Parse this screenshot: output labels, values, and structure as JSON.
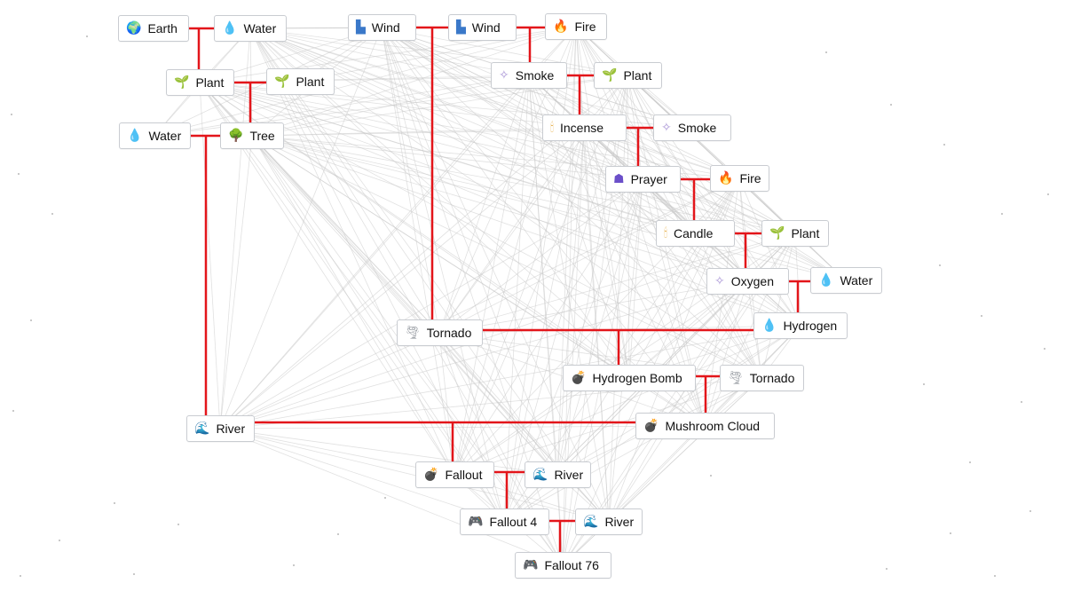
{
  "colors": {
    "link": "#e3151a",
    "mesh": "#c8c8c8",
    "node_border": "#c9ccd1"
  },
  "nodes": [
    {
      "id": "n0",
      "label": "Earth",
      "icon": "globe-icon",
      "glyph": "🌍",
      "color": "#2f7fd6"
    },
    {
      "id": "n1",
      "label": "Water",
      "icon": "droplet-icon",
      "glyph": "💧",
      "color": "#3b9ae8"
    },
    {
      "id": "n2",
      "label": "Wind",
      "icon": "wind-icon",
      "glyph": "▙",
      "color": "#3a78c9"
    },
    {
      "id": "n3",
      "label": "Wind",
      "icon": "wind-icon",
      "glyph": "▙",
      "color": "#3a78c9"
    },
    {
      "id": "n4",
      "label": "Fire",
      "icon": "fire-icon",
      "glyph": "🔥",
      "color": "#f26522"
    },
    {
      "id": "n5",
      "label": "Plant",
      "icon": "seedling-icon",
      "glyph": "🌱",
      "color": "#4e9a2e"
    },
    {
      "id": "n6",
      "label": "Plant",
      "icon": "seedling-icon",
      "glyph": "🌱",
      "color": "#4e9a2e"
    },
    {
      "id": "n7",
      "label": "Smoke",
      "icon": "smoke-icon",
      "glyph": "✧",
      "color": "#a995d6"
    },
    {
      "id": "n8",
      "label": "Plant",
      "icon": "seedling-icon",
      "glyph": "🌱",
      "color": "#4e9a2e"
    },
    {
      "id": "n9",
      "label": "Water",
      "icon": "droplet-icon",
      "glyph": "💧",
      "color": "#3b9ae8"
    },
    {
      "id": "n10",
      "label": "Tree",
      "icon": "tree-icon",
      "glyph": "🌳",
      "color": "#2e8b3a"
    },
    {
      "id": "n11",
      "label": "Incense",
      "icon": "incense-icon",
      "glyph": "🕯",
      "color": "#e7b04b"
    },
    {
      "id": "n12",
      "label": "Smoke",
      "icon": "smoke-icon",
      "glyph": "✧",
      "color": "#a995d6"
    },
    {
      "id": "n13",
      "label": "Prayer",
      "icon": "prayer-icon",
      "glyph": "☗",
      "color": "#6b4fc9"
    },
    {
      "id": "n14",
      "label": "Fire",
      "icon": "fire-icon",
      "glyph": "🔥",
      "color": "#f26522"
    },
    {
      "id": "n15",
      "label": "Candle",
      "icon": "candle-icon",
      "glyph": "🕯",
      "color": "#e7b04b"
    },
    {
      "id": "n16",
      "label": "Plant",
      "icon": "seedling-icon",
      "glyph": "🌱",
      "color": "#4e9a2e"
    },
    {
      "id": "n17",
      "label": "Oxygen",
      "icon": "sparkle-icon",
      "glyph": "✧",
      "color": "#a995d6"
    },
    {
      "id": "n18",
      "label": "Water",
      "icon": "droplet-icon",
      "glyph": "💧",
      "color": "#3b9ae8"
    },
    {
      "id": "n19",
      "label": "Hydrogen",
      "icon": "droplet-icon",
      "glyph": "💧",
      "color": "#3b9ae8"
    },
    {
      "id": "n20",
      "label": "Tornado",
      "icon": "tornado-icon",
      "glyph": "🌪",
      "color": "#8a8f96"
    },
    {
      "id": "n21",
      "label": "Hydrogen Bomb",
      "icon": "bomb-icon",
      "glyph": "💣",
      "color": "#4a2068"
    },
    {
      "id": "n22",
      "label": "Tornado",
      "icon": "tornado-icon",
      "glyph": "🌪",
      "color": "#8a8f96"
    },
    {
      "id": "n23",
      "label": "River",
      "icon": "wave-icon",
      "glyph": "🌊",
      "color": "#1e88e5"
    },
    {
      "id": "n24",
      "label": "Mushroom Cloud",
      "icon": "bomb-icon",
      "glyph": "💣",
      "color": "#4a2068"
    },
    {
      "id": "n25",
      "label": "Fallout",
      "icon": "bomb-icon",
      "glyph": "💣",
      "color": "#4a2068"
    },
    {
      "id": "n26",
      "label": "River",
      "icon": "wave-icon",
      "glyph": "🌊",
      "color": "#1e88e5"
    },
    {
      "id": "n27",
      "label": "Fallout 4",
      "icon": "gamepad-icon",
      "glyph": "🎮",
      "color": "#6a4fc9"
    },
    {
      "id": "n28",
      "label": "River",
      "icon": "wave-icon",
      "glyph": "🌊",
      "color": "#1e88e5"
    },
    {
      "id": "n29",
      "label": "Fallout 76",
      "icon": "gamepad-icon",
      "glyph": "🎮",
      "color": "#6a4fc9"
    }
  ]
}
